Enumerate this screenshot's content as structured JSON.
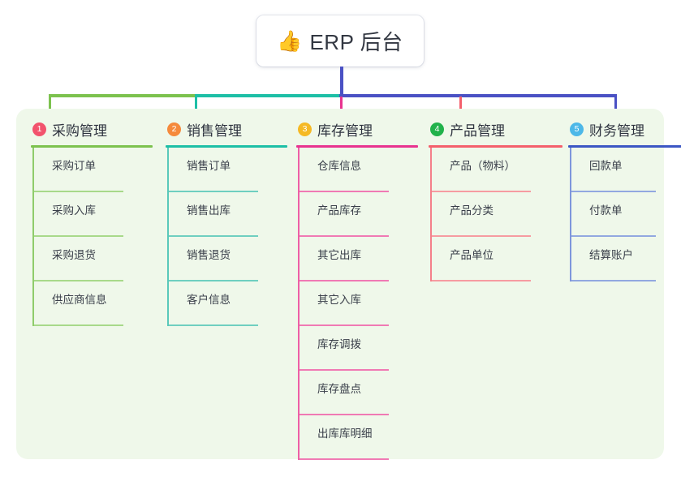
{
  "root": {
    "icon": "thumbs-up-emoji",
    "emoji": "👍",
    "title": "ERP 后台"
  },
  "colors": {
    "panel_bg": "#eff8ea",
    "root_drop": "#4a51c4",
    "bus_green": "#7cc24e",
    "bus_teal": "#1dbfa6",
    "bus_blue": "#4a51c4"
  },
  "columns": [
    {
      "number": "1",
      "title": "采购管理",
      "badge_color": "#f2536d",
      "rule_color": "#7cc24e",
      "item_rule_color": "#a8d98a",
      "spine_color": "#8fcc6b",
      "drop_color": "#7cc24e",
      "items": [
        "采购订单",
        "采购入库",
        "采购退货",
        "供应商信息"
      ]
    },
    {
      "number": "2",
      "title": "销售管理",
      "badge_color": "#f58a3c",
      "rule_color": "#1dbfa6",
      "item_rule_color": "#6fcfc0",
      "spine_color": "#5ac9ba",
      "drop_color": "#1dbfa6",
      "items": [
        "销售订单",
        "销售出库",
        "销售退货",
        "客户信息"
      ]
    },
    {
      "number": "3",
      "title": "库存管理",
      "badge_color": "#f5b925",
      "rule_color": "#e8338f",
      "item_rule_color": "#f07ab4",
      "spine_color": "#ee5fa6",
      "drop_color": "#e8338f",
      "items": [
        "仓库信息",
        "产品库存",
        "其它出库",
        "其它入库",
        "库存调拨",
        "库存盘点",
        "出库库明细"
      ]
    },
    {
      "number": "4",
      "title": "产品管理",
      "badge_color": "#21b24b",
      "rule_color": "#f4606c",
      "item_rule_color": "#f69ba1",
      "spine_color": "#f4808a",
      "drop_color": "#f4606c",
      "items": [
        "产品（物料）",
        "产品分类",
        "产品单位"
      ]
    },
    {
      "number": "5",
      "title": "财务管理",
      "badge_color": "#4db8e8",
      "rule_color": "#3c57c4",
      "item_rule_color": "#92a8e0",
      "spine_color": "#7e96dc",
      "drop_color": "#4a51c4",
      "items": [
        "回款单",
        "付款单",
        "结算账户"
      ]
    }
  ]
}
